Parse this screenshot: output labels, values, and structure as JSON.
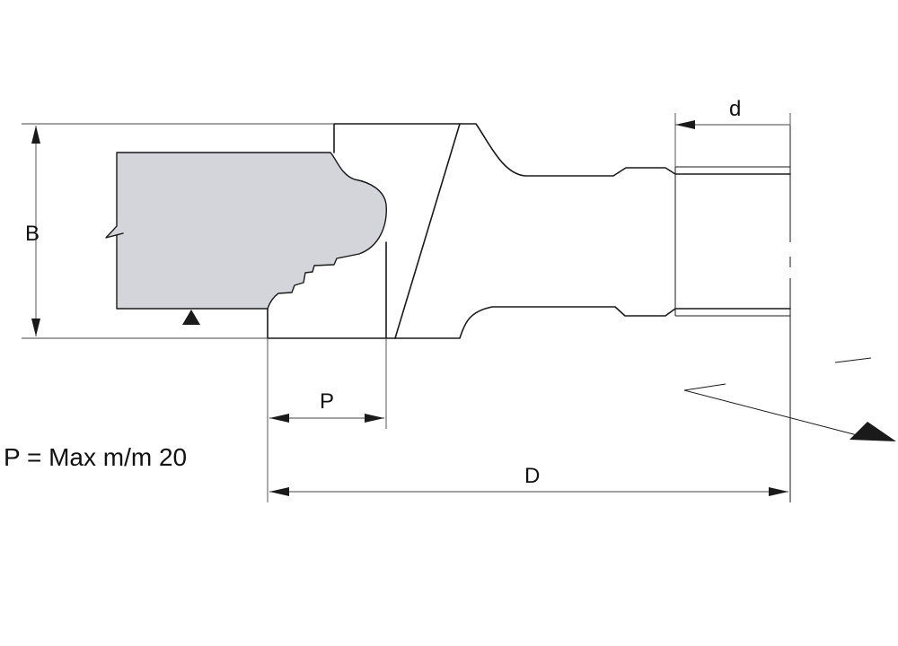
{
  "labels": {
    "B": "B",
    "d": "d",
    "P": "P",
    "D": "D"
  },
  "formula": "P = Max m/m 20",
  "colors": {
    "workpiece_fill": "#d3d5da",
    "line": "#1a1a1a",
    "background": "#ffffff"
  }
}
